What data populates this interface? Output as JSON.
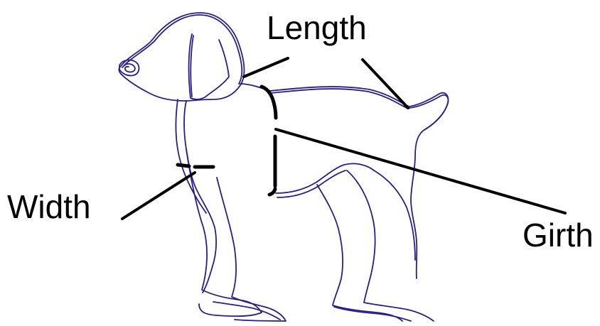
{
  "labels": {
    "length": "Length",
    "width": "Width",
    "girth": "Girth"
  },
  "colors": {
    "outline": "#2a1d8c",
    "callout": "#000000",
    "background": "#ffffff"
  }
}
